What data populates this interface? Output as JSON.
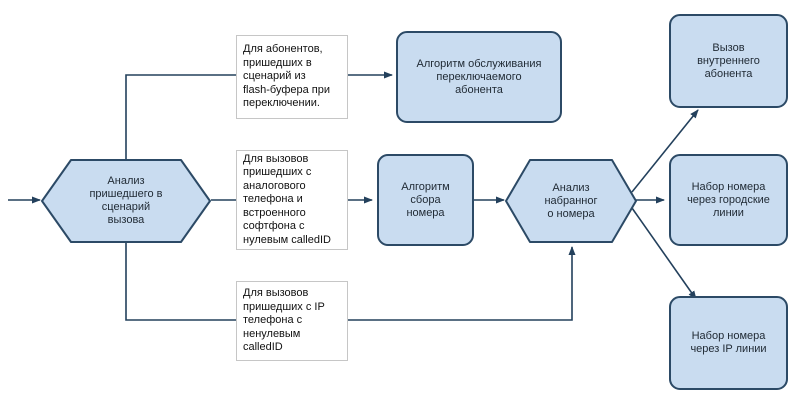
{
  "nodes": {
    "analyze_incoming": {
      "label": "Анализ\nпришедшего в\nсценарий\nвызова",
      "shape": "hexagon"
    },
    "switch_service": {
      "label": "Алгоритм обслуживания\nпереключаемого\nабонента",
      "shape": "rounded-rect"
    },
    "collect_number": {
      "label": "Алгоритм\nсбора\nномера",
      "shape": "rounded-rect"
    },
    "analyze_dialed": {
      "label": "Анализ\nнабранног\nо номера",
      "shape": "hexagon"
    },
    "call_internal": {
      "label": "Вызов\nвнутреннего\nабонента",
      "shape": "rounded-rect"
    },
    "dial_city": {
      "label": "Набор номера\nчерез городские\nлинии",
      "shape": "rounded-rect"
    },
    "dial_ip": {
      "label": "Набор номера\nчерез IP линии",
      "shape": "rounded-rect"
    }
  },
  "notes": {
    "flash": "Для абонентов,\nпришедших в\nсценарий из\nflash-буфера при\nпереключении.",
    "analog": "Для вызовов\nпришедших с\nаналогового\nтелефона и\nвстроенного\nсофтфона с\nнулевым calledID",
    "ip": "Для вызовов\nпришедших с IP\nтелефона с\nненулевым\ncalledID"
  },
  "colors": {
    "node_fill": "#c9dcf0",
    "node_border": "#2c4a66",
    "edge": "#23405c",
    "note_border": "#c6c6c6"
  }
}
